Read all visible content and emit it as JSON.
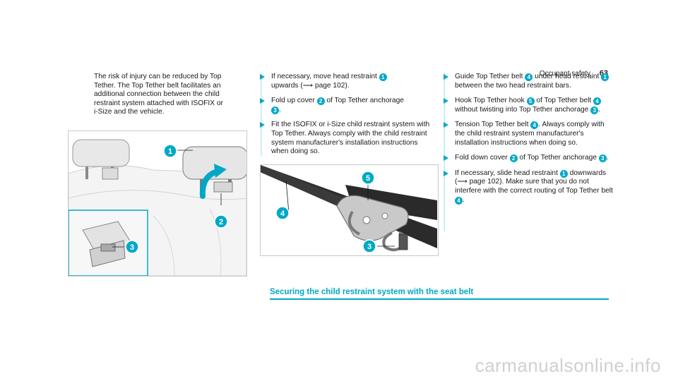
{
  "header": {
    "section": "Occupant safety",
    "page_number": "63"
  },
  "left_column": {
    "intro_lines": [
      "The risk of injury can be reduced by Top",
      "Tether. The Top Tether belt facilitates an",
      "additional connection between the child",
      "restraint system attached with ISOFIX or",
      "i-Size and the vehicle."
    ]
  },
  "figure_left": {
    "callouts": [
      "1",
      "2",
      "3"
    ]
  },
  "middle_column": {
    "steps": [
      {
        "parts": [
          "If necessary, move head restraint ",
          "1",
          " upwards (",
          "page 102)."
        ]
      },
      {
        "parts": [
          "Fold up cover ",
          "2",
          " of Top Tether anchorage ",
          "3",
          "."
        ]
      },
      {
        "parts": [
          "Fit the ISOFIX or i-Size child restraint system with Top Tether. Always comply with the child restraint system manufacturer's installation instructions when doing so."
        ]
      }
    ]
  },
  "figure_middle": {
    "callouts": [
      "5",
      "4",
      "3"
    ]
  },
  "right_column": {
    "steps": [
      {
        "parts": [
          "Guide Top Tether belt ",
          "4",
          " under head restraint ",
          "1",
          " between the two head restraint bars."
        ]
      },
      {
        "parts": [
          "Hook Top Tether hook ",
          "5",
          " of Top Tether belt ",
          "4",
          " without twisting into Top Tether anchorage ",
          "3",
          "."
        ]
      },
      {
        "parts": [
          "Tension Top Tether belt ",
          "4",
          ". Always comply with the child restraint system manufacturer's installation instructions when doing so."
        ]
      },
      {
        "parts": [
          "Fold down cover ",
          "2",
          " of Top Tether anchorage ",
          "3",
          "."
        ]
      },
      {
        "parts": [
          "If necessary, slide head restraint ",
          "1",
          " downwards (",
          "page 102). Make sure that you do not interfere with the correct routing of Top Tether belt ",
          "4",
          "."
        ]
      }
    ]
  },
  "section_heading": "Securing the child restraint system with the seat belt",
  "watermark": "carmanualsonline.info",
  "colors": {
    "accent": "#00a8c6",
    "text": "#1a1a1a",
    "figure_border": "#c8c8c8"
  }
}
